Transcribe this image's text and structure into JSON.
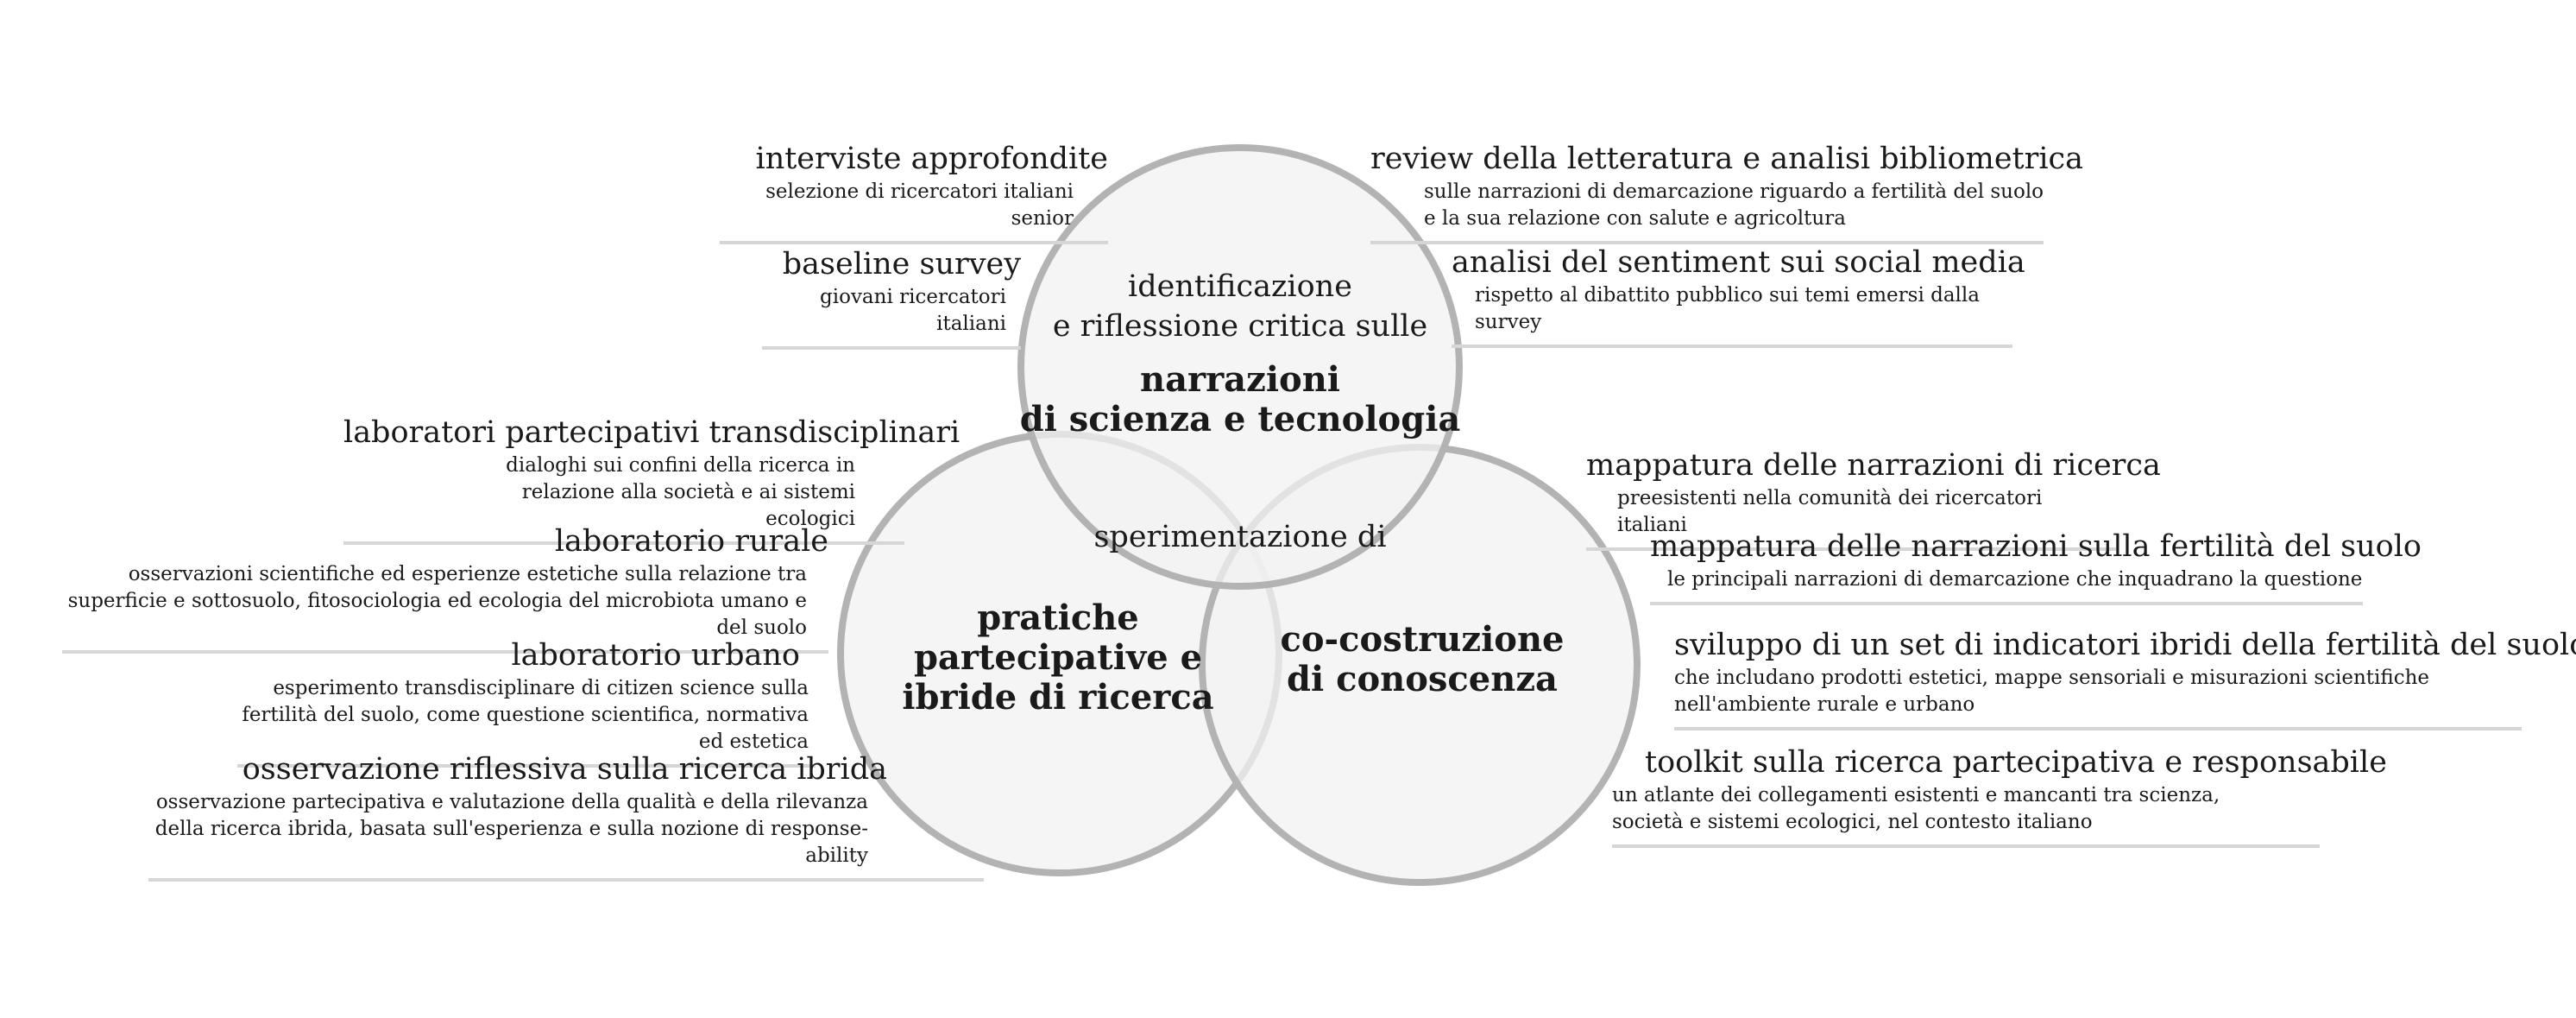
{
  "circles": {
    "top": {
      "intro_line1": "identificazione",
      "intro_line2": "e riflessione critica sulle",
      "title_line1": "narrazioni",
      "title_line2": "di scienza e tecnologia"
    },
    "overlap_text": "sperimentazione di",
    "left": {
      "title_line1": "pratiche",
      "title_line2": "partecipative e",
      "title_line3": "ibride di ricerca"
    },
    "right": {
      "title_line1": "co-costruzione",
      "title_line2": "di conoscenza"
    }
  },
  "top_left": [
    {
      "title": "interviste approfondite",
      "sub": "selezione di ricercatori italiani senior"
    },
    {
      "title": "baseline survey",
      "sub": "giovani ricercatori italiani"
    }
  ],
  "top_right": [
    {
      "title": "review della letteratura e analisi bibliometrica",
      "sub": "sulle narrazioni di demarcazione riguardo a fertilità del suolo e la sua relazione con salute e agricoltura"
    },
    {
      "title": "analisi del sentiment sui social media",
      "sub": "rispetto al dibattito pubblico sui temi emersi dalla survey"
    }
  ],
  "left": [
    {
      "title": "laboratori partecipativi transdisciplinari",
      "sub": "dialoghi sui confini della ricerca in relazione alla società e ai sistemi ecologici"
    },
    {
      "title": "laboratorio rurale",
      "sub": "osservazioni scientifiche ed esperienze estetiche sulla relazione tra superficie e sottosuolo, fitosociologia ed ecologia del microbiota umano e del suolo"
    },
    {
      "title": "laboratorio urbano",
      "sub": "esperimento transdisciplinare di citizen science sulla fertilità del suolo, come questione scientifica, normativa ed estetica"
    },
    {
      "title": "osservazione riflessiva sulla ricerca ibrida",
      "sub": "osservazione partecipativa e valutazione della qualità e della rilevanza della ricerca ibrida, basata sull'esperienza e sulla nozione di response-ability"
    }
  ],
  "right": [
    {
      "title": "mappatura delle narrazioni di ricerca",
      "sub": "preesistenti nella comunità dei ricercatori italiani"
    },
    {
      "title": "mappatura delle narrazioni sulla fertilità del suolo",
      "sub": "le principali narrazioni di demarcazione che inquadrano la questione"
    },
    {
      "title": "sviluppo di un set di indicatori ibridi della fertilità del suolo",
      "sub": "che includano prodotti estetici, mappe sensoriali e misurazioni scientifiche nell'ambiente rurale e urbano"
    },
    {
      "title": "toolkit sulla ricerca partecipativa e responsabile",
      "sub": "un atlante dei collegamenti esistenti e mancanti tra scienza, società e sistemi ecologici, nel contesto italiano"
    }
  ],
  "colors": {
    "circle_fill": "#f2f2f2",
    "circle_stroke": "#b3b3b3",
    "rule": "#d6d6d6",
    "text": "#1a1a1a"
  }
}
